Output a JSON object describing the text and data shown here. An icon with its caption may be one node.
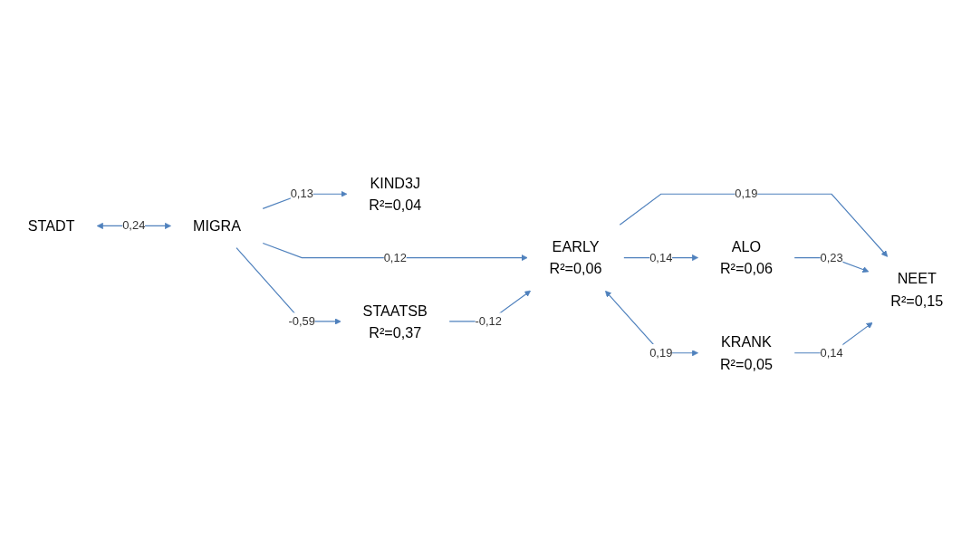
{
  "diagram": {
    "nodes": [
      {
        "text": [
          "KIND3J",
          "R²=0,04"
        ]
      },
      {
        "text": [
          "EARLY",
          "R²=0,06"
        ]
      },
      {
        "text": [
          "STADT"
        ]
      },
      {
        "text": [
          "ALO",
          "R²=0,06"
        ]
      },
      {
        "text": [
          "MIGRA"
        ]
      },
      {
        "text": [
          "STAATSB",
          "R²=0,37"
        ]
      },
      {
        "text": [
          "NEET",
          "R²=0,15"
        ]
      },
      {
        "text": [
          "KRANK",
          "R²=0,05"
        ]
      }
    ],
    "edges": [
      {
        "from": 2,
        "to": 4,
        "arrow": "both",
        "label": "0,24"
      },
      {
        "from": 4,
        "to": 0,
        "arrow": "to",
        "label": "0,13"
      },
      {
        "from": 4,
        "to": 1,
        "arrow": "to",
        "label": "0,12"
      },
      {
        "from": 4,
        "to": 5,
        "arrow": "to",
        "label": "-0,59"
      },
      {
        "from": 5,
        "to": 1,
        "arrow": "to",
        "label": "-0,12"
      },
      {
        "from": 1,
        "to": 7,
        "arrow": "both",
        "label": "0,19"
      },
      {
        "from": 1,
        "to": 3,
        "arrow": "to",
        "label": "0,14"
      },
      {
        "from": 1,
        "to": 6,
        "arrow": "to",
        "label": "0,19"
      },
      {
        "from": 3,
        "to": 6,
        "arrow": "to",
        "label": "0,23"
      },
      {
        "from": 7,
        "to": 6,
        "arrow": "to",
        "label": "0,14"
      }
    ]
  }
}
